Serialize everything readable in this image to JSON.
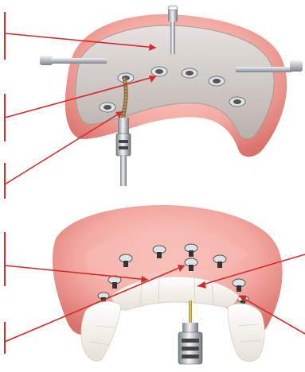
{
  "figure": {
    "description_visible_text": "",
    "colors": {
      "callout_red": "#d42a2a",
      "gum_pink": "#f19b95",
      "gum_light": "#fbd2cc",
      "gum_dark": "#d9726c",
      "guide_gray": "#cfc8c4",
      "metal_light": "#eef0f2",
      "metal_dark": "#6f767d",
      "tooth_white": "#f6f4ef",
      "implant_gold": "#d8b24a"
    },
    "top_panel": {
      "label": "",
      "callouts": [
        {
          "target": "surgical-guide"
        },
        {
          "target": "guide-sleeves"
        },
        {
          "target": "drill-handpiece"
        }
      ]
    },
    "bottom_panel": {
      "label": "",
      "callouts": [
        {
          "target": "implants"
        },
        {
          "target": "tooth-arch"
        },
        {
          "target": "abutment-screws"
        },
        {
          "target": "posterior-teeth"
        }
      ]
    }
  }
}
